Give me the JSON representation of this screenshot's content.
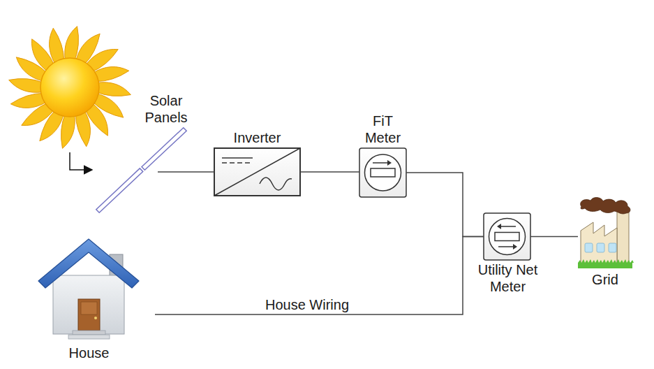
{
  "diagram": {
    "nodes": [
      {
        "text": [
          "Solar Panels"
        ]
      },
      {
        "text": [
          "Inverter"
        ]
      },
      {
        "text": [
          "FiT Meter"
        ]
      },
      {
        "text": [
          "Utility Net Meter"
        ]
      },
      {
        "text": [
          "Grid"
        ]
      },
      {
        "text": [
          "House"
        ]
      }
    ],
    "edges": [
      {
        "from": 0,
        "to": 1,
        "arrow": "none"
      },
      {
        "from": 1,
        "to": 2,
        "arrow": "none"
      },
      {
        "from": 2,
        "to": 3,
        "arrow": "none"
      },
      {
        "from": 5,
        "to": 3,
        "arrow": "none",
        "label": "House Wiring"
      },
      {
        "from": 3,
        "to": 4,
        "arrow": "none"
      }
    ]
  }
}
